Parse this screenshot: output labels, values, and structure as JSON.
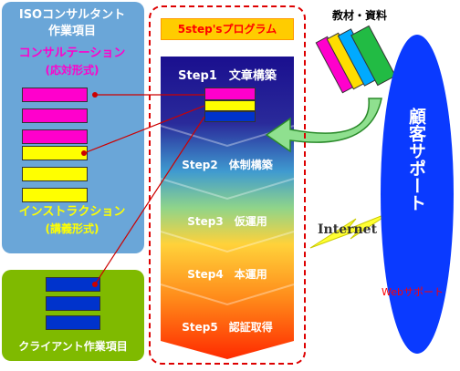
{
  "left_panel": {
    "title_line1": "ISOコンサルタント",
    "title_line2": "作業項目",
    "consultation_label": "コンサルテーション",
    "consultation_sub": "(応対形式)",
    "instruction_label": "インストラクション",
    "instruction_sub": "(講義形式)"
  },
  "client_panel": {
    "label": "クライアント作業項目"
  },
  "program": {
    "title": "5step'sプログラム",
    "steps": [
      {
        "label": "Step1　文章構築"
      },
      {
        "label": "Step2　体制構築"
      },
      {
        "label": "Step3　仮運用"
      },
      {
        "label": "Step4　本運用"
      },
      {
        "label": "Step5　認証取得"
      }
    ]
  },
  "materials": {
    "label": "教材・資料"
  },
  "support": {
    "oval_text": "顧客サポート",
    "internet": "Internet",
    "web_support": "Webサポート"
  },
  "colors": {
    "panel_blue": "#6aa6d8",
    "client_green": "#7fba00",
    "pink": "#ff00cc",
    "yellow": "#ffff00",
    "navy": "#0033cc",
    "frame_red": "#dd0000",
    "oval_blue": "#0a3aff"
  }
}
